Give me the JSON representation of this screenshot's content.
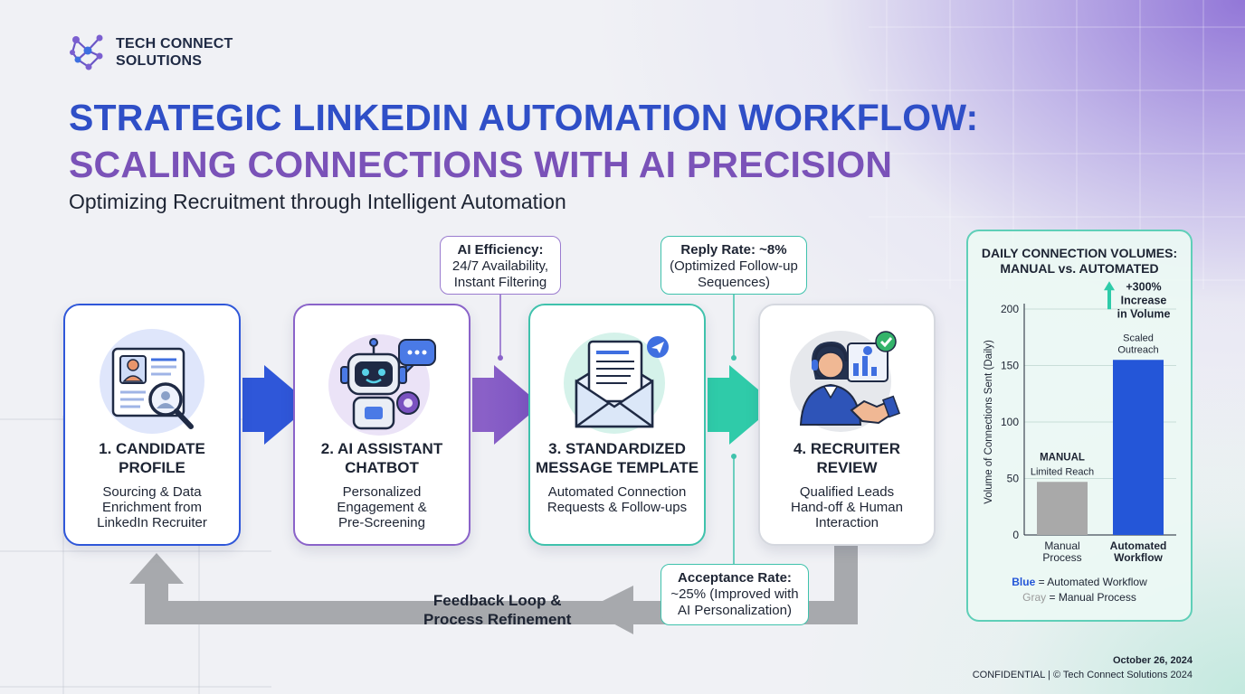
{
  "brand": {
    "line1": "TECH CONNECT",
    "line2": "SOLUTIONS"
  },
  "title": {
    "line1": "STRATEGIC LINKEDIN AUTOMATION WORKFLOW:",
    "line2": "SCALING CONNECTIONS WITH AI PRECISION"
  },
  "subtitle": "Optimizing Recruitment through Intelligent Automation",
  "callouts": {
    "ai_efficiency": {
      "title": "AI Efficiency:",
      "l1": "24/7 Availability,",
      "l2": "Instant Filtering"
    },
    "reply_rate": {
      "title": "Reply Rate: ~8%",
      "l1": "(Optimized Follow-up",
      "l2": "Sequences)"
    },
    "acceptance_rate": {
      "title": "Acceptance Rate:",
      "l1": "~25% (Improved with",
      "l2": "AI Personalization)"
    }
  },
  "steps": [
    {
      "title1": "1. CANDIDATE",
      "title2": "PROFILE",
      "d1": "Sourcing & Data",
      "d2": "Enrichment from",
      "d3": "LinkedIn Recruiter",
      "icon": "candidate-profile-search-icon"
    },
    {
      "title1": "2. AI ASSISTANT",
      "title2": "CHATBOT",
      "d1": "Personalized",
      "d2": "Engagement &",
      "d3": "Pre-Screening",
      "icon": "robot-chatbot-icon"
    },
    {
      "title1": "3. STANDARDIZED",
      "title2": "MESSAGE TEMPLATE",
      "d1": "Automated Connection",
      "d2": "Requests & Follow-ups",
      "d3": "",
      "icon": "envelope-message-icon"
    },
    {
      "title1": "4. RECRUITER",
      "title2": "REVIEW",
      "d1": "Qualified Leads",
      "d2": "Hand-off & Human",
      "d3": "Interaction",
      "icon": "recruiter-handshake-icon"
    }
  ],
  "feedback": {
    "l1": "Feedback Loop &",
    "l2": "Process Refinement"
  },
  "chart_data": {
    "type": "bar",
    "title": "DAILY CONNECTION VOLUMES: MANUAL vs. AUTOMATED",
    "title_l1": "DAILY CONNECTION VOLUMES:",
    "title_l2": "MANUAL vs. AUTOMATED",
    "ylabel": "Volume of Connections Sent (Daily)",
    "ylim": [
      0,
      200
    ],
    "yticks": [
      0,
      50,
      100,
      150,
      200
    ],
    "categories": [
      "Manual Process",
      "Automated Workflow"
    ],
    "category_lines": [
      [
        "Manual",
        "Process"
      ],
      [
        "Automated",
        "Workflow"
      ]
    ],
    "values": [
      47,
      155
    ],
    "bar_colors": [
      "#a9a9a9",
      "#2456d8"
    ],
    "bar_labels": [
      {
        "bold": "MANUAL",
        "plain": "Limited Reach"
      },
      {
        "bold": "",
        "plain": "Scaled\nOutreach"
      }
    ],
    "annotation": [
      "+300%",
      "Increase",
      "in Volume"
    ],
    "legend": {
      "blue_key": "Blue",
      "blue_text": " = Automated Workflow",
      "gray_key": "Gray",
      "gray_text": " = Manual Process"
    },
    "grid": true
  },
  "footer": {
    "date": "October 26, 2024",
    "confidential": "CONFIDENTIAL | © Tech Connect Solutions 2024"
  },
  "colors": {
    "blue": "#2f57d9",
    "purple": "#8a63c9",
    "teal": "#3fc2ac",
    "gray": "#a9a9a9"
  }
}
